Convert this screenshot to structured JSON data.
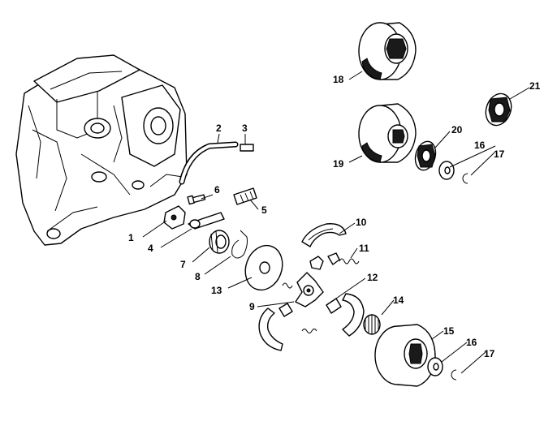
{
  "diagram": {
    "labels": {
      "l1": "1",
      "l2": "2",
      "l3": "3",
      "l4": "4",
      "l5": "5",
      "l6": "6",
      "l7": "7",
      "l8": "8",
      "l9": "9",
      "l10": "10",
      "l11": "11",
      "l12": "12",
      "l13": "13",
      "l14": "14",
      "l15": "15",
      "l16a": "16",
      "l16b": "16",
      "l17a": "17",
      "l17b": "17",
      "l18": "18",
      "l19": "19",
      "l20": "20",
      "l21": "21"
    }
  }
}
